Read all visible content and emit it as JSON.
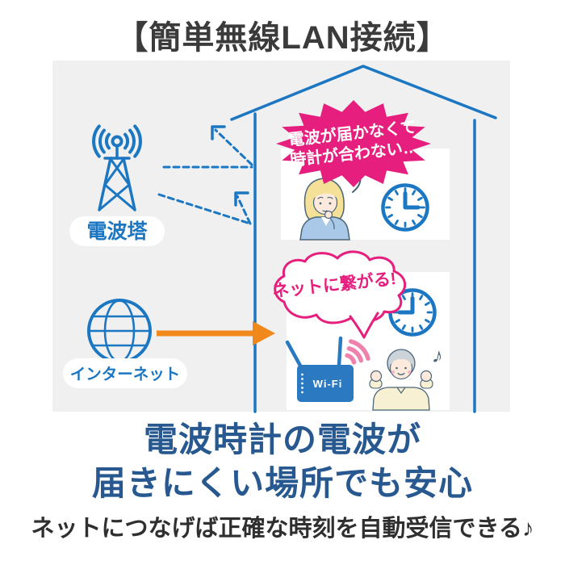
{
  "title": "【簡単無線LAN接続】",
  "diagram": {
    "tower_label": "電波塔",
    "internet_label": "インターネット",
    "problem_bubble": {
      "line1": "電波が届かなくて",
      "line2": "時計が合わない…"
    },
    "solution_bubble": {
      "text": "ネットに繋がる!"
    },
    "router": {
      "label": "Wi-Fi"
    },
    "music_note": "♪"
  },
  "caption": {
    "headline_line1": "電波時計の電波が",
    "headline_line2": "届きにくい場所でも安心",
    "subline": "ネットにつなげば正確な時刻を自動受信できる♪"
  },
  "colors": {
    "blue": "#1c77c3",
    "pink": "#e61e7d",
    "light_pink": "#ef82ac",
    "orange": "#f0881c",
    "router_blue": "#2b7ac1",
    "headline_navy": "#27588f",
    "title_gray": "#3b3b3b",
    "panel_gray": "#f0f0f0",
    "outline_ink": "#4a6478"
  }
}
